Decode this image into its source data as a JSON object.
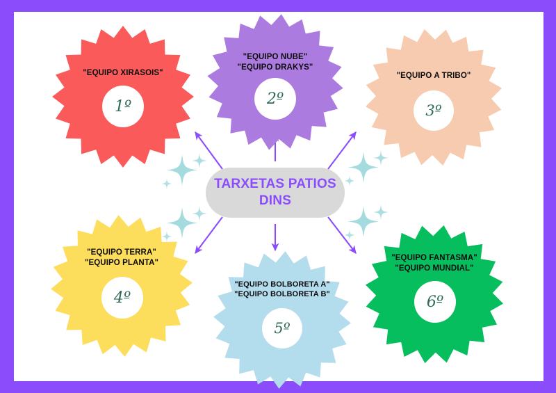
{
  "poster": {
    "frame_color": "#8b4dfc",
    "panel_color": "#ffffff"
  },
  "center": {
    "label": "TARXETAS PATIOS\nDINS",
    "text_color": "#8b4dfc",
    "background_color": "#d9d9d9"
  },
  "ordinal_color": "#2e6b55",
  "nodes": [
    {
      "id": "equipo-xirasois",
      "label": "\"EQUIPO XIRASOIS\"",
      "ordinal": "1º",
      "color": "#fa5a5a",
      "label_font_size": "11.5px"
    },
    {
      "id": "equipo-nube-drakys",
      "label": "\"EQUIPO NUBE\"\n\"EQUIPO DRAKYS\"",
      "ordinal": "2º",
      "color": "#ab7be0",
      "label_font_size": "11.5px"
    },
    {
      "id": "equipo-a-tribo",
      "label": "\"EQUIPO A TRIBO\"",
      "ordinal": "3º",
      "color": "#f7cbaf",
      "label_font_size": "11.5px"
    },
    {
      "id": "equipo-terra-planta",
      "label": "\"EQUIPO TERRA\"\n\"EQUIPO PLANTA\"",
      "ordinal": "4º",
      "color": "#fddd5c",
      "label_font_size": "11.5px"
    },
    {
      "id": "equipo-bolboreta",
      "label": "\"EQUIPO BOLBORETA A\"\n\"EQUIPO BOLBORETA B\"",
      "ordinal": "5º",
      "color": "#b3dcec",
      "label_font_size": "11px"
    },
    {
      "id": "equipo-fantasma-mundial",
      "label": "\"EQUIPO FANTASMA\"\n\"EQUIPO MUNDIAL\"",
      "ordinal": "6º",
      "color": "#07be5f",
      "label_font_size": "11.5px"
    }
  ],
  "arrows": {
    "color": "#8b4dfc",
    "count": 6,
    "directions": [
      "up-left",
      "up",
      "up-right",
      "down-left",
      "down",
      "down-right"
    ]
  },
  "sparkles": {
    "color": "#9fd9dd",
    "clusters": 4
  }
}
